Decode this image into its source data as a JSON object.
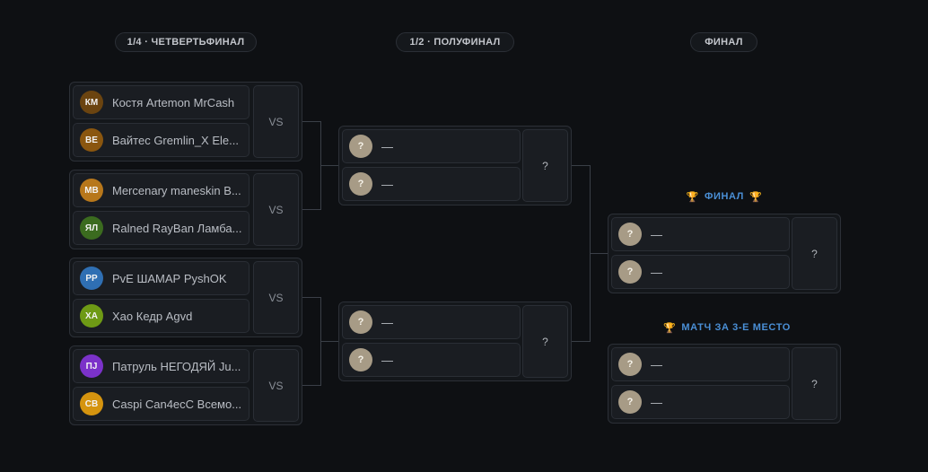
{
  "rounds": {
    "quarterfinal": "1/4 · ЧЕТВЕРТЬФИНАЛ",
    "semifinal": "1/2 · ПОЛУФИНАЛ",
    "final": "ФИНАЛ"
  },
  "vs_label": "VS",
  "unknown_avatar": "?",
  "tbd_name": "—",
  "tbd_vs": "?",
  "quarterfinals": [
    {
      "players": [
        {
          "initials": "КМ",
          "name": "Костя Artemon MrCash",
          "color": "#6b4410"
        },
        {
          "initials": "ВЕ",
          "name": "Вайтес Gremlin_X Ele...",
          "color": "#8a560f"
        }
      ]
    },
    {
      "players": [
        {
          "initials": "МВ",
          "name": "Mercenary maneskin B...",
          "color": "#b7771b"
        },
        {
          "initials": "ЯЛ",
          "name": "Ralned RayBan Ламба...",
          "color": "#3b6b1f"
        }
      ]
    },
    {
      "players": [
        {
          "initials": "РР",
          "name": "PvE ШАМАР PyshOK",
          "color": "#2f6fb3"
        },
        {
          "initials": "ХА",
          "name": "Хао Кедр Agvd",
          "color": "#6e9a15"
        }
      ]
    },
    {
      "players": [
        {
          "initials": "ПЈ",
          "name": "Патруль НЕГОДЯЙ Ju...",
          "color": "#7b32c9"
        },
        {
          "initials": "СВ",
          "name": "Caspi Can4есС Всемо...",
          "color": "#d5940f"
        }
      ]
    }
  ],
  "final_section": {
    "title": "ФИНАЛ"
  },
  "third_place_section": {
    "title": "МАТЧ ЗА 3-Е МЕСТО"
  },
  "colors": {
    "accent": "#4a8fd6",
    "trophy_gold": "#d9a640",
    "trophy_silver": "#c8ccd1",
    "background": "#0e1013"
  }
}
